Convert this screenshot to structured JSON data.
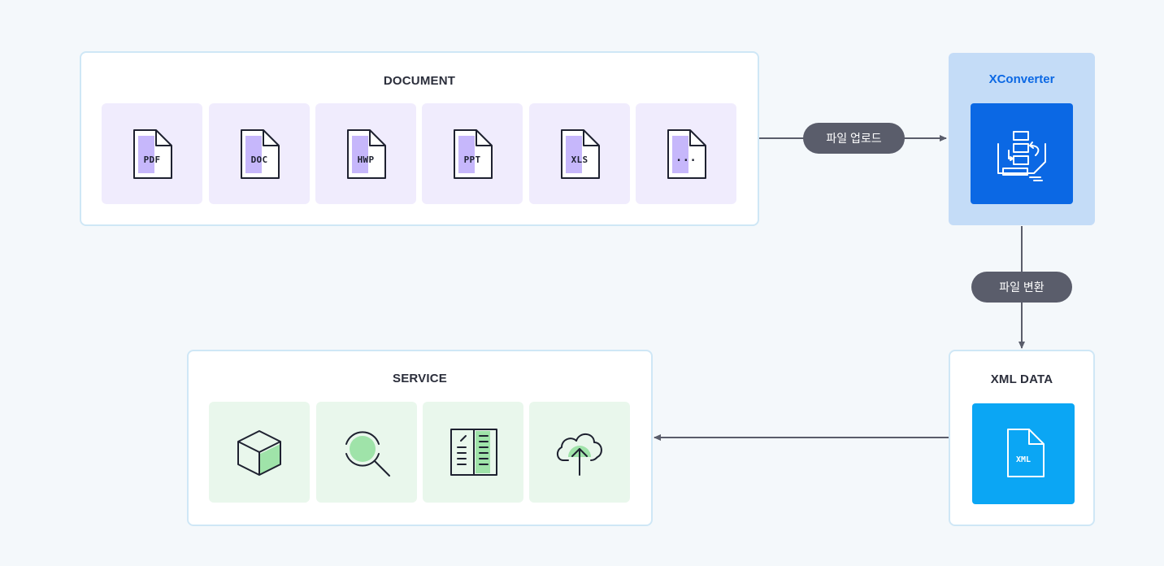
{
  "document": {
    "title": "DOCUMENT",
    "files": [
      {
        "label": "PDF"
      },
      {
        "label": "DOC"
      },
      {
        "label": "HWP"
      },
      {
        "label": "PPT"
      },
      {
        "label": "XLS"
      },
      {
        "label": "..."
      }
    ]
  },
  "xconverter": {
    "title": "XConverter",
    "title_color": "#0b68e4",
    "icon": "converter-icon"
  },
  "xml": {
    "title": "XML DATA",
    "file_label": "XML"
  },
  "service": {
    "title": "SERVICE",
    "icons": [
      "cube-icon",
      "magnifier-icon",
      "document-reader-icon",
      "cloud-upload-icon"
    ]
  },
  "flows": {
    "upload_label": "파일 업로드",
    "convert_label": "파일 변환"
  },
  "colors": {
    "doc_tile": "#f0ecfd",
    "doc_accent": "#c6b7fb",
    "service_tile": "#e9f7ec",
    "service_accent": "#9fe3a9",
    "panel_border": "#cfe7f6",
    "pill": "#5a5d6b",
    "arrow": "#5a5d6b"
  }
}
